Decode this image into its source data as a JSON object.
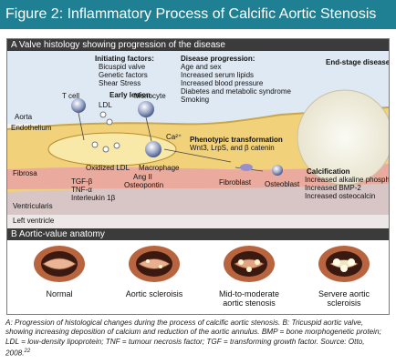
{
  "title": "Figure 2: Inflammatory Process of Calcific Aortic Stenosis",
  "sectionA": "A Valve histology showing progression of the disease",
  "sectionB": "B Aortic-value anatomy",
  "initiating": {
    "heading": "Initiating factors:",
    "items": [
      "Bicuspid valve",
      "Genetic factors",
      "Shear Stress"
    ]
  },
  "progression": {
    "heading": "Disease progression:",
    "items": [
      "Age and sex",
      "Increased serum lipids",
      "Increased blood pressure",
      "Diabetes and metabolic syndrome",
      "Smoking"
    ]
  },
  "endStage": "End-stage disease",
  "earlyLesion": "Early lesion",
  "tcell": "T cell",
  "ldl": "LDL",
  "monocyte": "Monocyte",
  "aorta": "Aorta",
  "endothelium": "Endothelium",
  "ca": "Ca²⁺",
  "phenotypic": {
    "heading": "Phenotypic transformation",
    "text": "Wnt3, LrpS, and β catenin"
  },
  "oxldl": "Oxidized LDL",
  "macrophage": "Macrophage",
  "angii": "Ang II",
  "fibrosa": "Fibrosa",
  "cytokines": [
    "TGF-β",
    "TNF-α",
    "Interleukin 1β"
  ],
  "osteopontin": "Osteopontin",
  "fibroblast": "Fibroblast",
  "osteoblast": "Osteoblast",
  "calcification": {
    "heading": "Calcification",
    "items": [
      "Increased alkaline phosphatase",
      "Increased BMP-2",
      "Increased osteocalcin"
    ]
  },
  "ventricularis": "Ventricularis",
  "leftVentricle": "Left ventricle",
  "valves": [
    {
      "label": "Normal"
    },
    {
      "label": "Aortic scleroisis"
    },
    {
      "label": "Mid-to-moderate aortic stenosis"
    },
    {
      "label": "Servere aortic scleroisis"
    }
  ],
  "caption": "A: Progression of histological changes during the process of calcific aortic stenosis. B: Tricuspid aortic valve, showing increasing deposition of calcium and reduction of the aortic annulus. BMP = bone morphogenetic protein; LDL = low-density lipoprotein; TNF = tumour necrosis factor; TGF = transforming growth factor. Source: Otto, 2008.",
  "captionRef": "22",
  "colors": {
    "titleBar": "#1f7f93",
    "sectionHeader": "#3b3b3b",
    "tissue": "#f1d27a",
    "fibrosa": "#e9a3a3",
    "vessel": "#9ec3e2"
  }
}
